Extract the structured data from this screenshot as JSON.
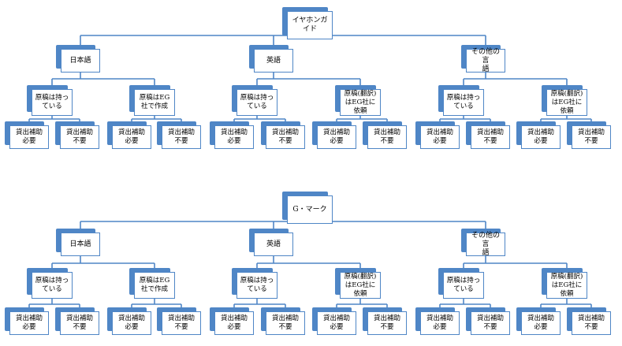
{
  "colors": {
    "box_border": "#4f86c6",
    "box_shadow": "#4f86c6",
    "line": "#4f86c6"
  },
  "trees": [
    {
      "root": "イヤホンガ\nイド",
      "languages": [
        {
          "label": "日本語",
          "sources": [
            {
              "label": "原稿は持っ\nている",
              "leaves": [
                "貸出補助\n必要",
                "貸出補助\n不要"
              ]
            },
            {
              "label": "原稿はEG\n社で作成",
              "leaves": [
                "貸出補助\n必要",
                "貸出補助\n不要"
              ]
            }
          ]
        },
        {
          "label": "英語",
          "sources": [
            {
              "label": "原稿は持っ\nている",
              "leaves": [
                "貸出補助\n必要",
                "貸出補助\n不要"
              ]
            },
            {
              "label": "原稿(翻訳)\nはEG社に\n依頼",
              "leaves": [
                "貸出補助\n必要",
                "貸出補助\n不要"
              ]
            }
          ]
        },
        {
          "label": "その他の言\n語",
          "sources": [
            {
              "label": "原稿は持っ\nている",
              "leaves": [
                "貸出補助\n必要",
                "貸出補助\n不要"
              ]
            },
            {
              "label": "原稿(翻訳)\nはEG社に\n依頼",
              "leaves": [
                "貸出補助\n必要",
                "貸出補助\n不要"
              ]
            }
          ]
        }
      ]
    },
    {
      "root": "G・マーク",
      "languages": [
        {
          "label": "日本語",
          "sources": [
            {
              "label": "原稿は持っ\nている",
              "leaves": [
                "貸出補助\n必要",
                "貸出補助\n不要"
              ]
            },
            {
              "label": "原稿はEG\n社で作成",
              "leaves": [
                "貸出補助\n必要",
                "貸出補助\n不要"
              ]
            }
          ]
        },
        {
          "label": "英語",
          "sources": [
            {
              "label": "原稿は持っ\nている",
              "leaves": [
                "貸出補助\n必要",
                "貸出補助\n不要"
              ]
            },
            {
              "label": "原稿(翻訳)\nはEG社に\n依頼",
              "leaves": [
                "貸出補助\n必要",
                "貸出補助\n不要"
              ]
            }
          ]
        },
        {
          "label": "その他の言\n語",
          "sources": [
            {
              "label": "原稿は持っ\nている",
              "leaves": [
                "貸出補助\n必要",
                "貸出補助\n不要"
              ]
            },
            {
              "label": "原稿(翻訳)\nはEG社に\n依頼",
              "leaves": [
                "貸出補助\n必要",
                "貸出補助\n不要"
              ]
            }
          ]
        }
      ]
    }
  ]
}
